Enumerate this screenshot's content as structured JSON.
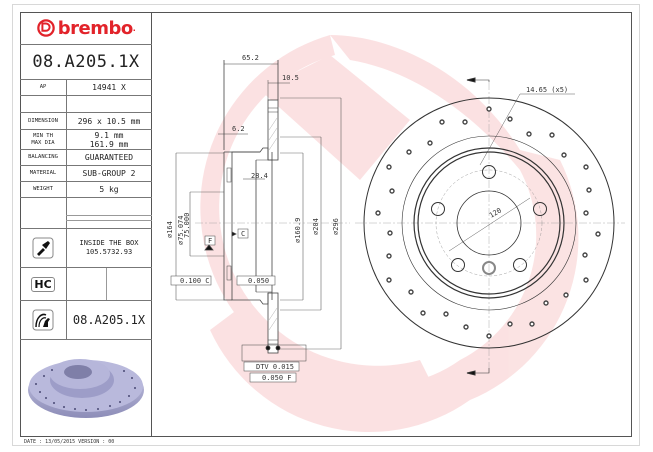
{
  "brand": {
    "name": "brembo",
    "color": "#e2232a"
  },
  "part_number": "08.A205.1X",
  "specs": {
    "ap": {
      "label": "AP",
      "value": "14941 X"
    },
    "dimension": {
      "label": "DIMENSION",
      "value": "296 x 10.5 mm"
    },
    "min_th": {
      "label": "MIN TH",
      "value": "9.1 mm"
    },
    "max_dia": {
      "label": "MAX DIA",
      "value": "161.9 mm"
    },
    "balancing": {
      "label": "BALANCING",
      "value": "GUARANTEED"
    },
    "material": {
      "label": "MATERIAL",
      "value": "SUB-GROUP 2"
    },
    "weight": {
      "label": "WEIGHT",
      "value": "5 kg"
    }
  },
  "inside_box": {
    "line1": "INSIDE THE BOX",
    "line2": "105.5732.93",
    "icon": "screw-icon"
  },
  "hc": {
    "label": "HC"
  },
  "variant": {
    "icon": "disc-variant-icon",
    "part_number": "08.A205.1X"
  },
  "footer": "DATE : 13/05/2015 VERSION : 00",
  "drawing": {
    "side_view": {
      "overall_width": "65.2",
      "thickness": "10.5",
      "hat_wall": "6.2",
      "hat_depth": "28.4",
      "dia_164": "⌀164",
      "dia_75_074": "⌀75.074",
      "dia_75_000": "75.000",
      "dia_160_9": "⌀160.9",
      "dia_204": "⌀204",
      "dia_296": "⌀296",
      "datum_f": "F",
      "datum_c": "C",
      "tol_flat_c": "0.100 C",
      "tol_flat": "0.050",
      "tol_dtv": "DTV 0.015",
      "tol_runout_f": "0.050 F"
    },
    "front_view": {
      "bolt_hole": "14.65 (x5)",
      "pcd": "120"
    }
  }
}
